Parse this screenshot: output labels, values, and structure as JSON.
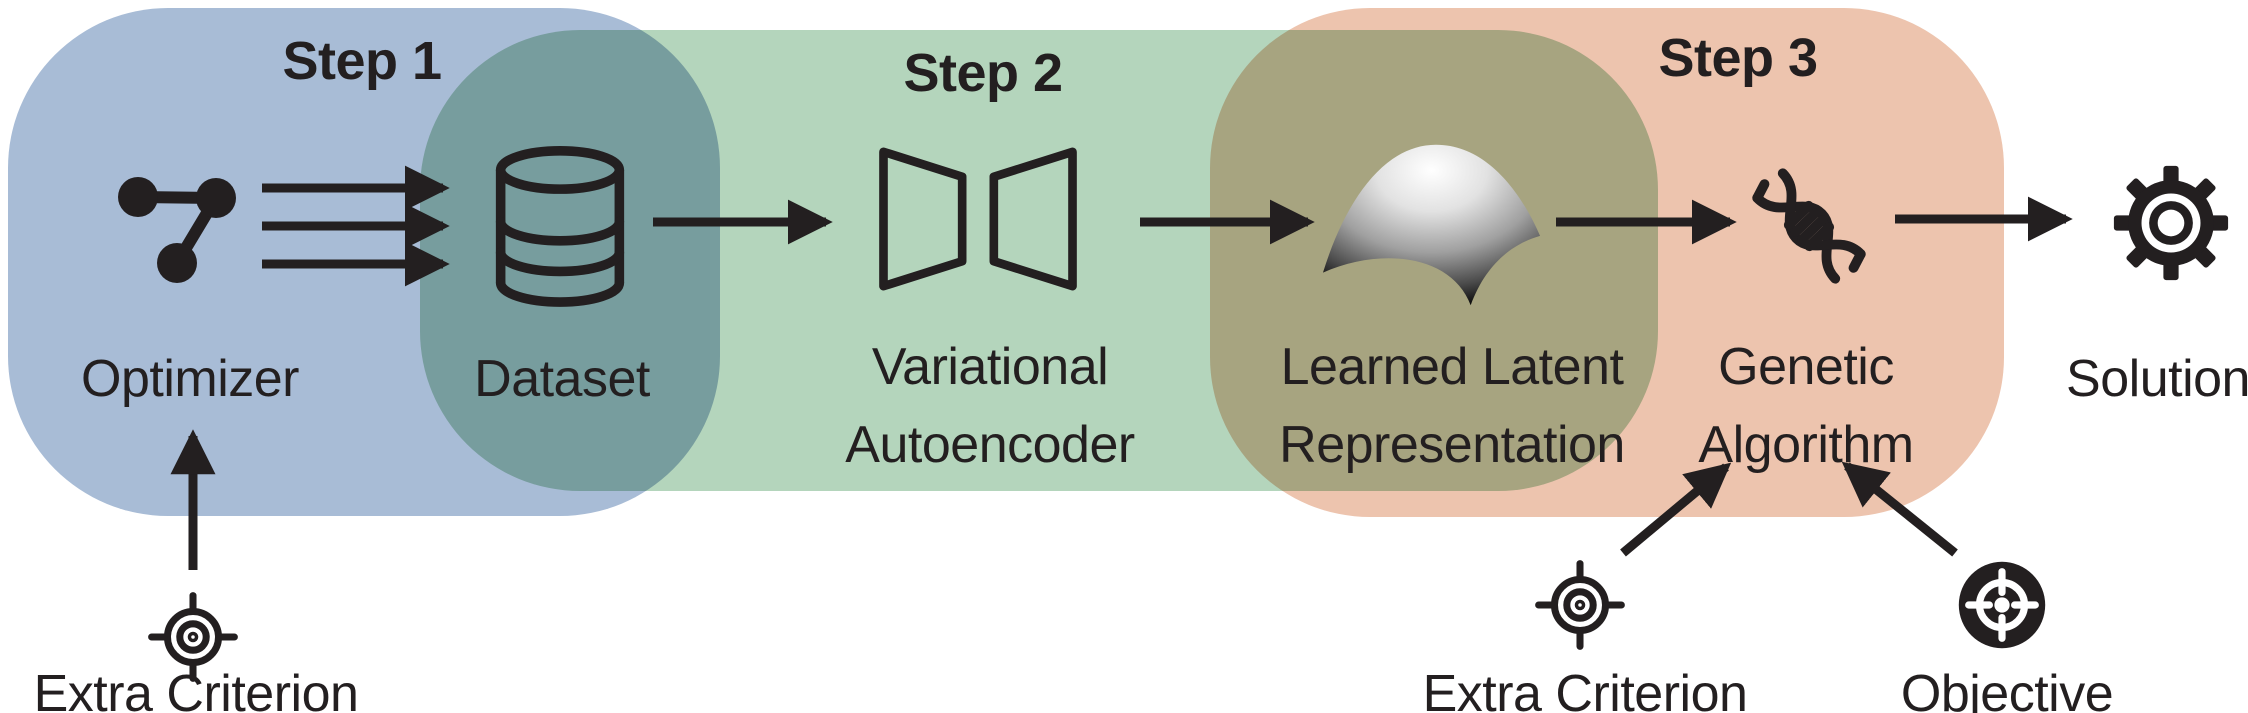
{
  "diagram": {
    "steps": [
      {
        "label": "Step 1",
        "color": "#a8bcd6"
      },
      {
        "label": "Step 2",
        "color": "#b4d5bc"
      },
      {
        "label": "Step 3",
        "color": "#edc4ae"
      }
    ],
    "overlap_colors": {
      "step1_step2": "#779c9d",
      "step2_step3": "#a7a380"
    },
    "ink_color": "#231f20",
    "nodes": {
      "optimizer": {
        "label": "Optimizer",
        "icon": "share-nodes-icon"
      },
      "dataset": {
        "label": "Dataset",
        "icon": "database-icon"
      },
      "vae": {
        "label": "Variational\nAutoencoder",
        "icon": "autoencoder-trapezoids-icon"
      },
      "latent": {
        "label": "Learned Latent\nRepresentation",
        "icon": "surface-plot-icon"
      },
      "ga": {
        "label": "Genetic\nAlgorithm",
        "icon": "dna-icon"
      },
      "solution": {
        "label": "Solution",
        "icon": "gear-icon"
      }
    },
    "inputs": {
      "extra_criterion_optimizer": {
        "label": "Extra Criterion",
        "icon": "target-outline-icon"
      },
      "extra_criterion_ga": {
        "label": "Extra Criterion",
        "icon": "target-outline-icon"
      },
      "objective": {
        "label": "Objective",
        "icon": "target-filled-icon"
      }
    },
    "edges": [
      {
        "from": "Optimizer",
        "to": "Dataset",
        "style": "triple-horizontal-arrows"
      },
      {
        "from": "Dataset",
        "to": "Variational Autoencoder"
      },
      {
        "from": "Variational Autoencoder",
        "to": "Learned Latent Representation"
      },
      {
        "from": "Learned Latent Representation",
        "to": "Genetic Algorithm"
      },
      {
        "from": "Genetic Algorithm",
        "to": "Solution"
      },
      {
        "from": "Extra Criterion",
        "to": "Optimizer",
        "style": "up-arrow"
      },
      {
        "from": "Extra Criterion",
        "to": "Genetic Algorithm",
        "style": "diagonal-arrow"
      },
      {
        "from": "Objective",
        "to": "Genetic Algorithm",
        "style": "diagonal-arrow"
      }
    ]
  }
}
